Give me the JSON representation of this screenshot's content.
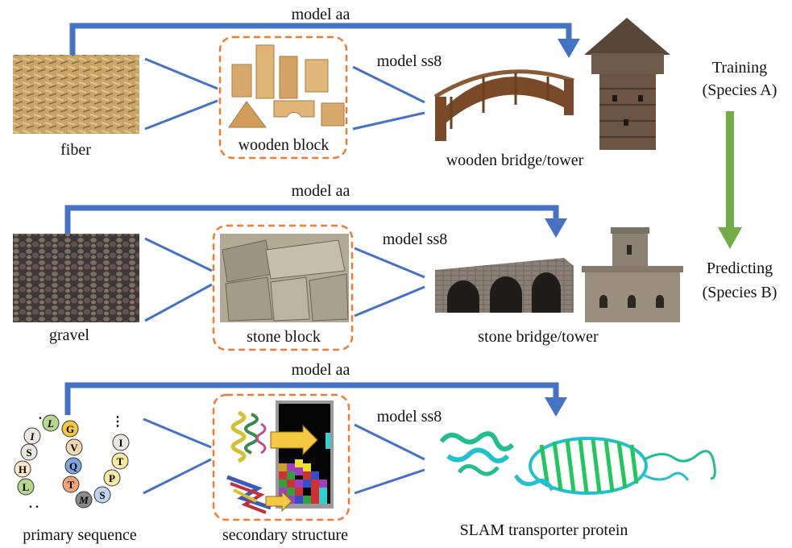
{
  "rows": [
    {
      "arrow_top_label": "model aa",
      "arrow_mid_label": "model ss8",
      "source_label": "fiber",
      "block_label": "wooden block",
      "product_label": "wooden bridge/tower"
    },
    {
      "arrow_top_label": "model aa",
      "arrow_mid_label": "model ss8",
      "source_label": "gravel",
      "block_label": "stone block",
      "product_label": "stone bridge/tower"
    },
    {
      "arrow_top_label": "model aa",
      "arrow_mid_label": "model ss8",
      "source_label": "primary sequence",
      "block_label": "secondary structure",
      "product_label": "SLAM transporter protein"
    }
  ],
  "amino_acids": [
    "I",
    "L",
    "G",
    "V",
    "Q",
    "T",
    "M",
    "S",
    "P",
    "T",
    "I",
    "S",
    "H",
    "L"
  ],
  "side": {
    "training_line1": "Training",
    "training_line2": "(Species A)",
    "predicting_line1": "Predicting",
    "predicting_line2": "(Species B)"
  },
  "colors": {
    "blue_arrow": "#4472C4",
    "green_arrow": "#70AD47",
    "dashed_box": "#ED7D31"
  }
}
